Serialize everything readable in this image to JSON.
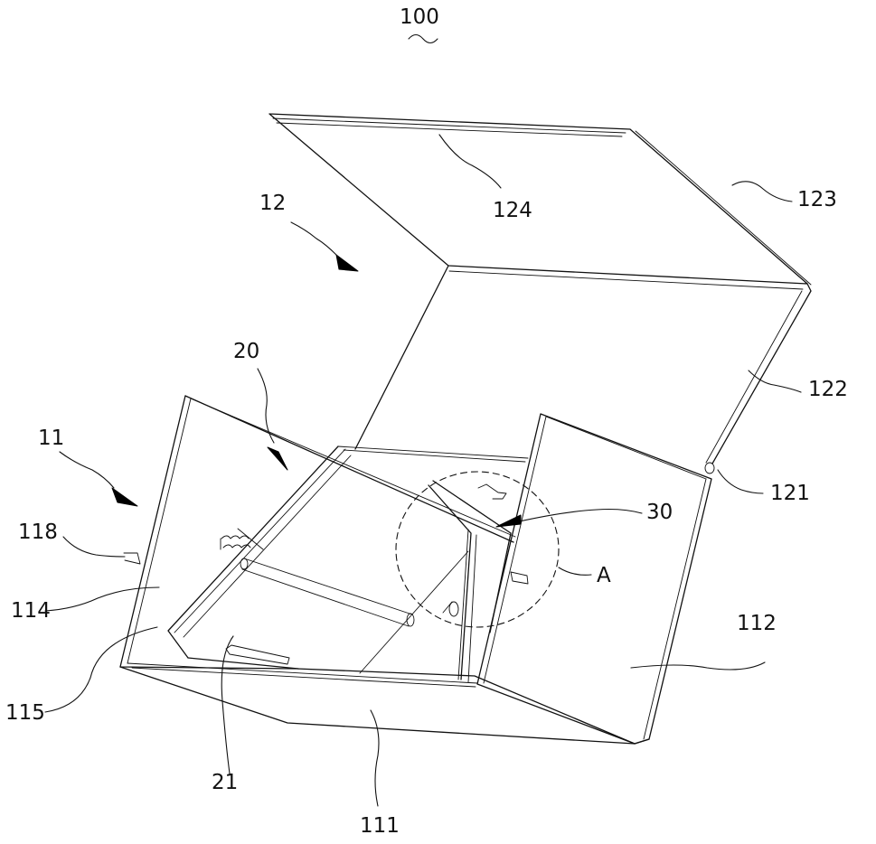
{
  "figure": {
    "assembly_ref": "100",
    "labels": {
      "cover_assembly": "12",
      "hinge": "121",
      "cover_panel_front": "122",
      "cover_panel_top": "123",
      "cover_flange": "124",
      "drawer_assembly": "20",
      "slide_plate": "21",
      "box_body": "11",
      "bottom_wall": "111",
      "side_wall_right": "112",
      "side_wall_left": "114",
      "wall_edge": "115",
      "pin": "118",
      "latch": "30",
      "detail_view": "A"
    }
  }
}
